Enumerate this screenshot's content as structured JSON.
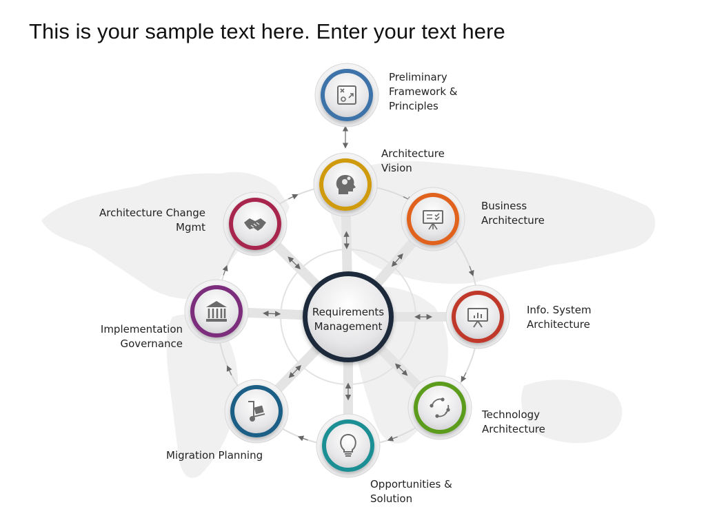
{
  "title": "This is your sample text here. Enter your text here",
  "center": {
    "lines": [
      "Requirements",
      "Management"
    ],
    "ring_color": "#1f2a3b"
  },
  "nodes": [
    {
      "id": "preliminary",
      "lines": [
        "Preliminary",
        "Framework &",
        "Principles"
      ],
      "color": "#3d73a8",
      "icon": "strategy-board-icon"
    },
    {
      "id": "vision",
      "lines": [
        "Architecture",
        "Vision"
      ],
      "color": "#d09a10",
      "icon": "head-gears-icon"
    },
    {
      "id": "business",
      "lines": [
        "Business",
        "Architecture"
      ],
      "color": "#e0621a",
      "icon": "presentation-board-icon"
    },
    {
      "id": "info-system",
      "lines": [
        "Info. System",
        "Architecture"
      ],
      "color": "#c0392b",
      "icon": "chart-board-icon"
    },
    {
      "id": "technology",
      "lines": [
        "Technology",
        "Architecture"
      ],
      "color": "#5c9c1e",
      "icon": "cycle-arrows-icon"
    },
    {
      "id": "opportunities",
      "lines": [
        "Opportunities &",
        "Solution"
      ],
      "color": "#1b8f95",
      "icon": "lightbulb-icon"
    },
    {
      "id": "migration",
      "lines": [
        "Migration Planning"
      ],
      "color": "#1c5f86",
      "icon": "hand-truck-icon"
    },
    {
      "id": "governance",
      "lines": [
        "Implementation",
        "Governance"
      ],
      "color": "#7b2d7b",
      "icon": "bank-building-icon"
    },
    {
      "id": "change",
      "lines": [
        "Architecture Change",
        "Mgmt"
      ],
      "color": "#a8284e",
      "icon": "handshake-icon"
    }
  ]
}
